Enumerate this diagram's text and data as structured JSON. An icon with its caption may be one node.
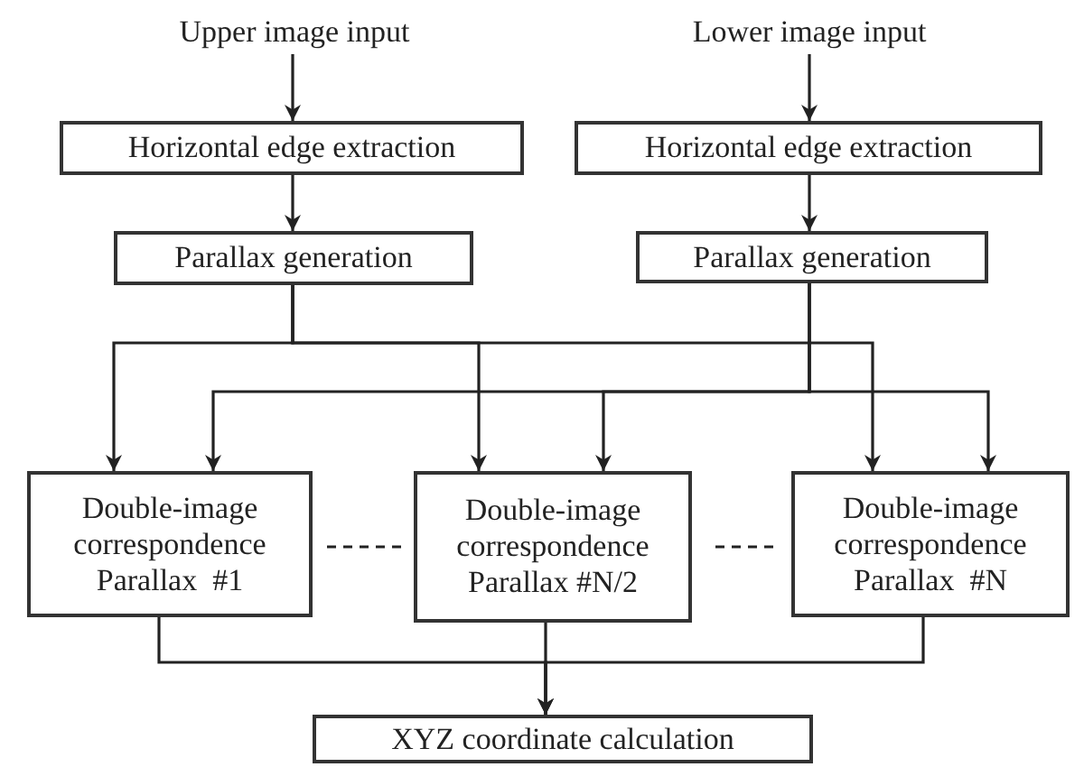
{
  "diagram": {
    "nodes": [
      {
        "text": [
          "Upper image input"
        ]
      },
      {
        "text": [
          "Lower image input"
        ]
      },
      {
        "text": [
          "Horizontal edge extraction"
        ]
      },
      {
        "text": [
          "Horizontal edge extraction"
        ]
      },
      {
        "text": [
          "Parallax generation"
        ]
      },
      {
        "text": [
          "Parallax generation"
        ]
      },
      {
        "text": [
          "Double-image correspondence",
          "Parallax  #1"
        ]
      },
      {
        "text": [
          "Double-image correspondence",
          "Parallax #N/2"
        ]
      },
      {
        "text": [
          "Double-image correspondence",
          "Parallax  #N"
        ]
      },
      {
        "text": [
          "XYZ coordinate calculation"
        ]
      }
    ],
    "edges": [
      {
        "from": 0,
        "to": 2,
        "arrow": "to"
      },
      {
        "from": 1,
        "to": 3,
        "arrow": "to"
      },
      {
        "from": 2,
        "to": 4,
        "arrow": "to"
      },
      {
        "from": 3,
        "to": 5,
        "arrow": "to"
      },
      {
        "from": 4,
        "to": 6,
        "arrow": "to"
      },
      {
        "from": 4,
        "to": 7,
        "arrow": "to"
      },
      {
        "from": 4,
        "to": 8,
        "arrow": "to"
      },
      {
        "from": 5,
        "to": 6,
        "arrow": "to"
      },
      {
        "from": 5,
        "to": 7,
        "arrow": "to"
      },
      {
        "from": 5,
        "to": 8,
        "arrow": "to"
      },
      {
        "from": 6,
        "to": 9,
        "arrow": "to"
      },
      {
        "from": 7,
        "to": 9,
        "arrow": "to"
      },
      {
        "from": 8,
        "to": 9,
        "arrow": "to"
      }
    ]
  }
}
